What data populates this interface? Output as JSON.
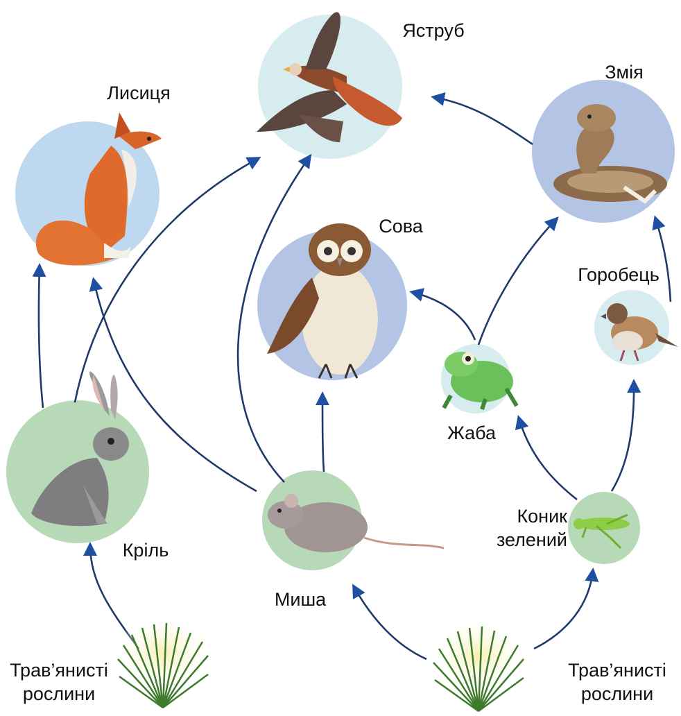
{
  "labels": {
    "hawk": "Яструб",
    "snake": "Змія",
    "fox": "Лисиця",
    "owl": "Сова",
    "sparrow": "Горобець",
    "frog": "Жаба",
    "rabbit": "Кріль",
    "mouse": "Миша",
    "grasshopper_1": "Коник",
    "grasshopper_2": "зелений",
    "plants_left_1": "Трав’янисті",
    "plants_left_2": "рослини",
    "plants_right_1": "Трав’янисті",
    "plants_right_2": "рослини"
  },
  "colors": {
    "arrow": "#1f3a6a",
    "arrowhead": "#1f4fa0",
    "circle_green": "#b7d9b8",
    "circle_lightblue": "#d6ecee",
    "circle_blue": "#b4c4e4",
    "circle_foxblue": "#bed9ef"
  }
}
